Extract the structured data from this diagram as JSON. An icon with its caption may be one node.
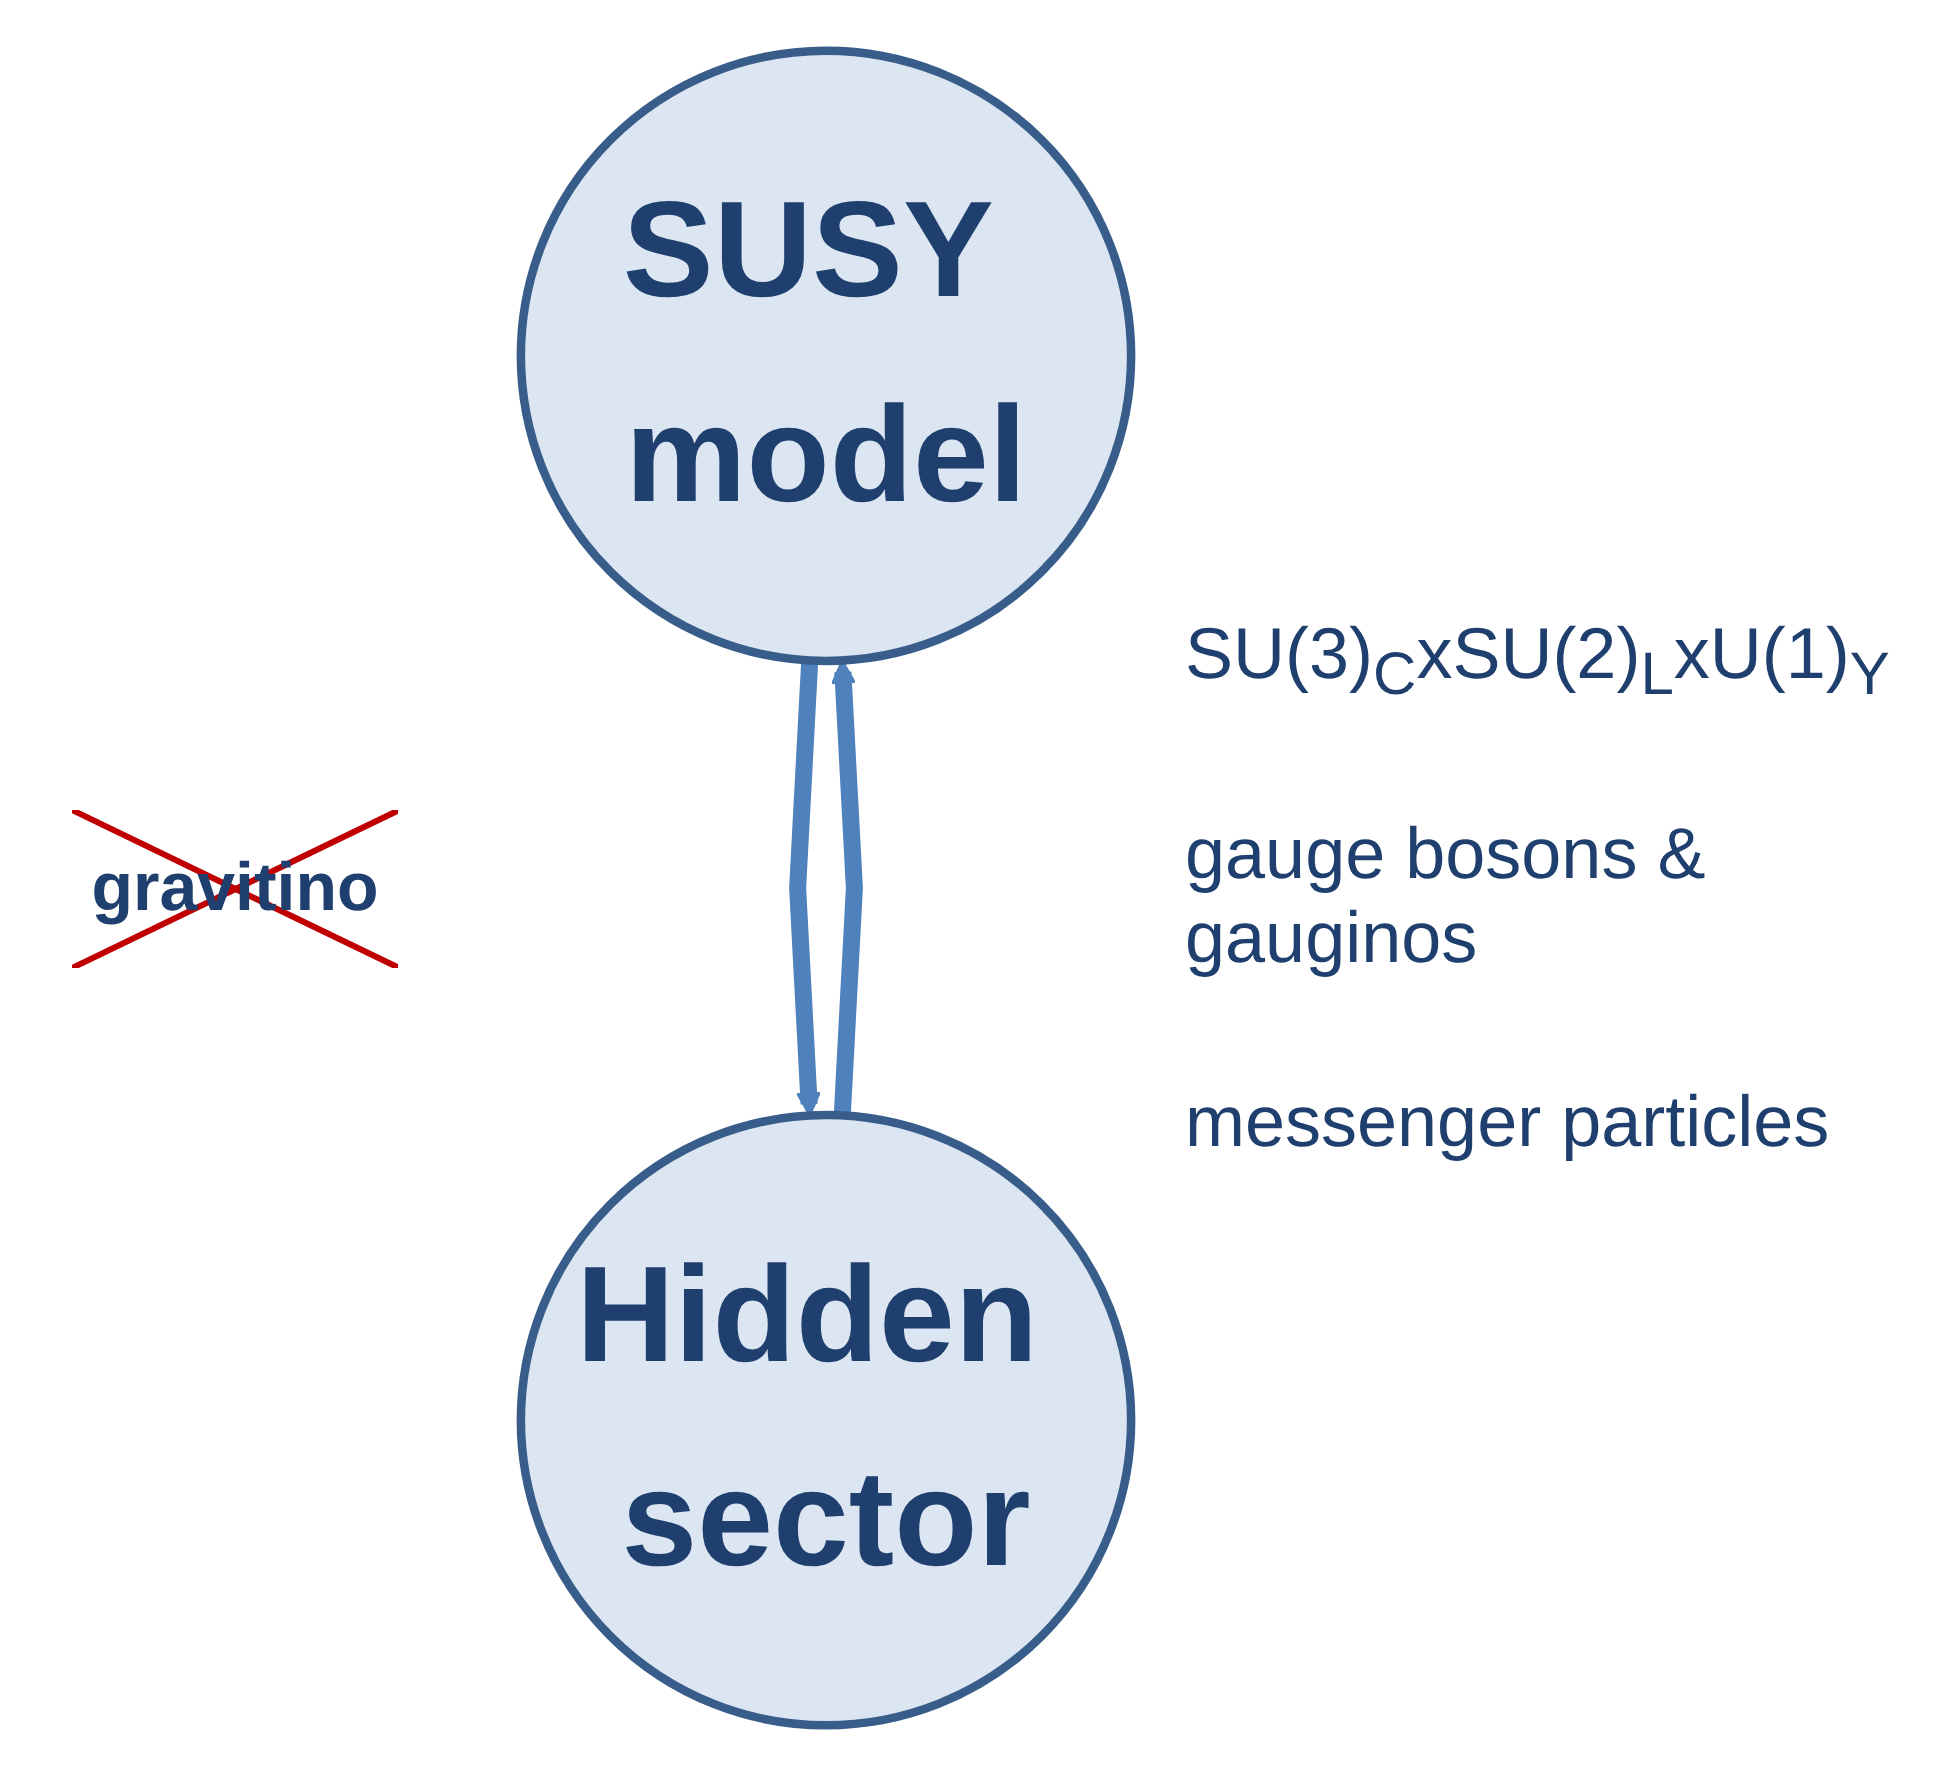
{
  "diagram": {
    "nodes": [
      {
        "text": [
          "SUSY model"
        ]
      },
      {
        "text": [
          "Hidden sector"
        ]
      }
    ],
    "edges": [
      {
        "from": 0,
        "to": 1,
        "arrow": "to"
      },
      {
        "from": 1,
        "to": 0,
        "arrow": "to"
      }
    ],
    "labels": [
      "gravitino",
      "SU(3)$_{C}$xSU(2)$_{L}$xU(1)$_{Y}$",
      "gauge bosons & gauginos",
      "messenger particles"
    ]
  }
}
